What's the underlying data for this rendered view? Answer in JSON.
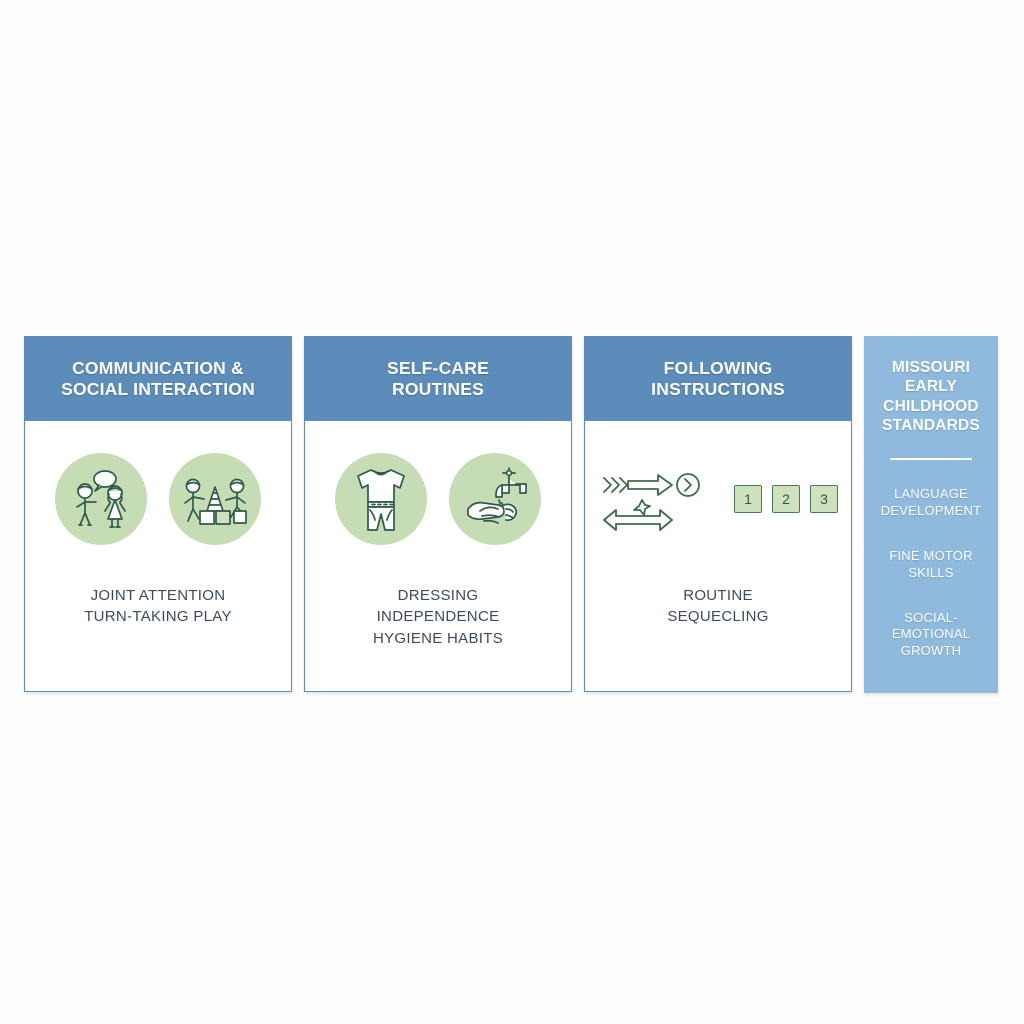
{
  "background_color": "#fdfdfc",
  "theme": {
    "header_blue": "#5b8cba",
    "sidebar_blue": "#8fbadd",
    "icon_circle_green": "#c5dcb4",
    "icon_stroke_green": "#4a7a55",
    "caption_text": "#3c4a5c",
    "card_border": "#5b8cba"
  },
  "cards": [
    {
      "title_line1": "COMMUNICATION &",
      "title_line2": "SOCIAL INTERACTION",
      "icons": [
        "children-talking-speech-bubble-icon",
        "children-playing-blocks-icon"
      ],
      "caption_lines": [
        "JOINT ATTENTION",
        "TURN-TAKING PLAY"
      ]
    },
    {
      "title_line1": "SELF-CARE",
      "title_line2": "ROUTINES",
      "icons": [
        "clothing-outfit-icon",
        "handwashing-faucet-icon"
      ],
      "caption_lines": [
        "DRESSING",
        "INDEPENDENCE",
        "HYGIENE HABITS"
      ]
    },
    {
      "title_line1": "FOLLOWING",
      "title_line2": "INSTRUCTIONS",
      "icons": [
        "arrows-sequence-icon",
        "numbered-blocks-icon"
      ],
      "caption_lines": [
        "ROUTINE",
        "SEQUECLING"
      ],
      "number_blocks": [
        "1",
        "2",
        "3"
      ]
    }
  ],
  "sidebar": {
    "title_lines": [
      "MISSOURI",
      "EARLY",
      "CHILDHOOD",
      "STANDARDS"
    ],
    "items": [
      {
        "lines": [
          "LANGUAGE",
          "DEVELOPMENT"
        ]
      },
      {
        "lines": [
          "FINE MOTOR",
          "SKILLS"
        ]
      },
      {
        "lines": [
          "SOCIAL-",
          "EMOTIONAL",
          "GROWTH"
        ]
      }
    ]
  }
}
